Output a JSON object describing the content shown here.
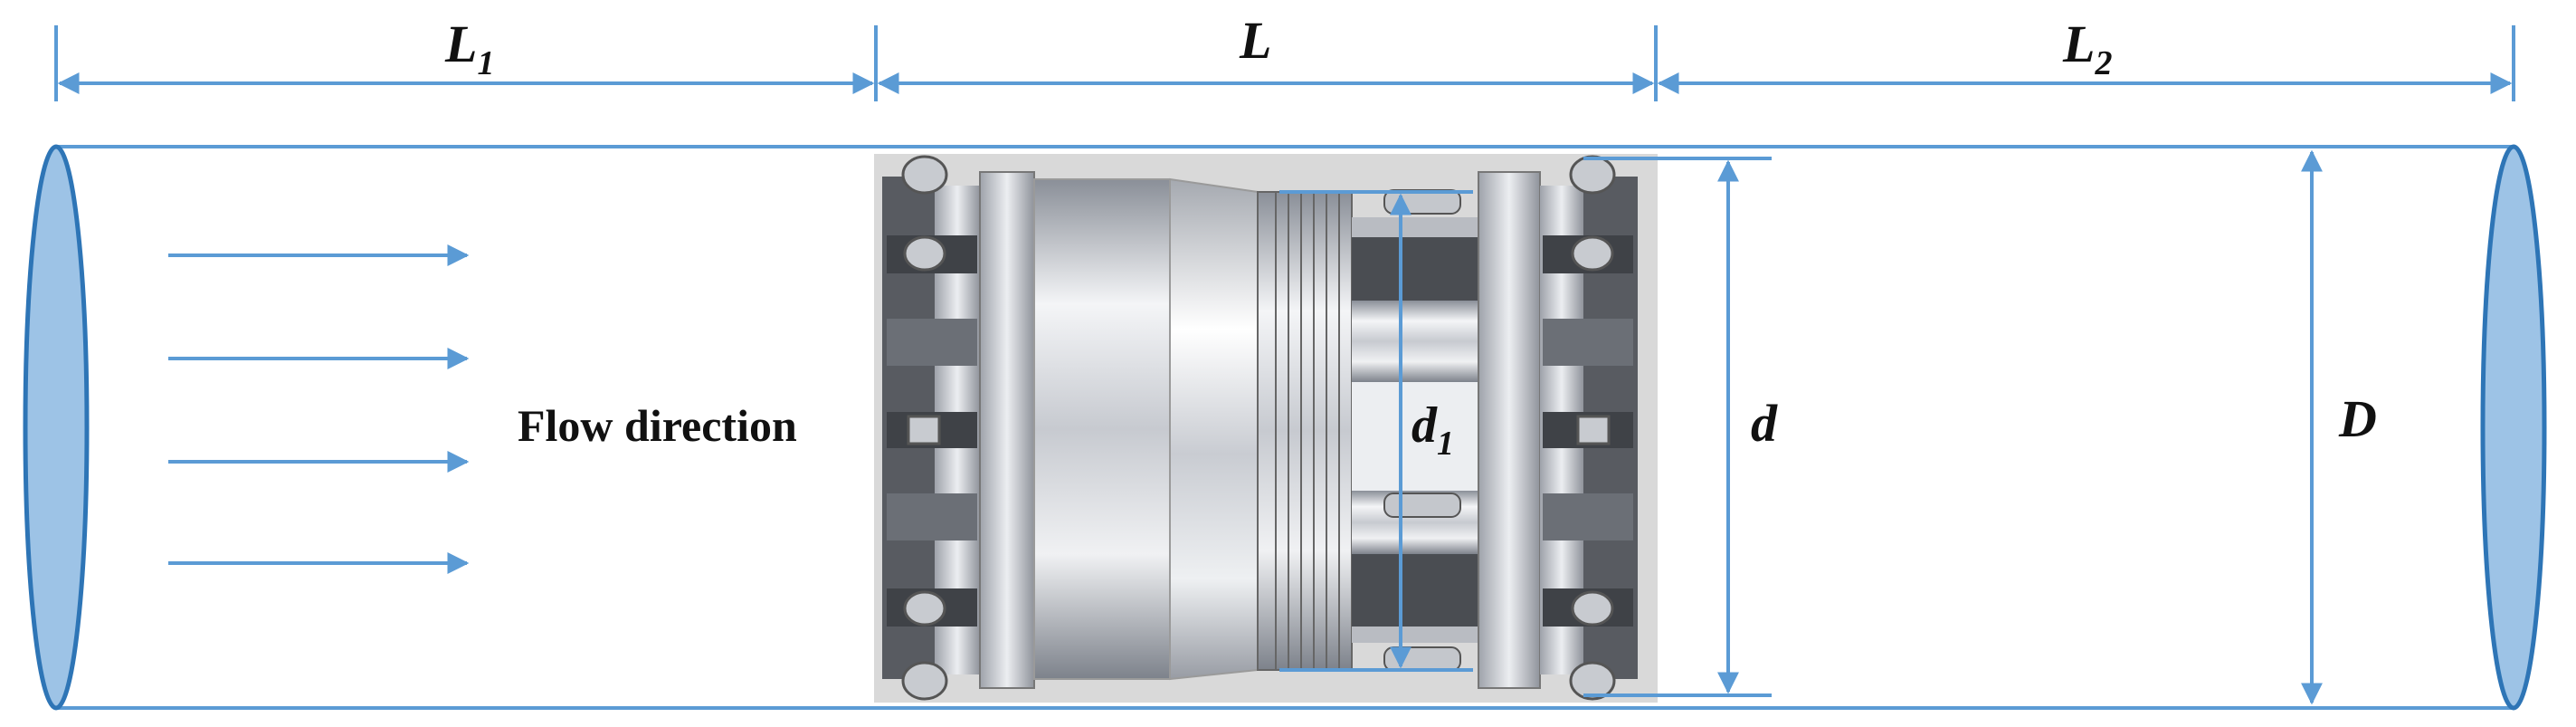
{
  "labels": {
    "L1_main": "L",
    "L1_sub": "1",
    "L": "L",
    "L2_main": "L",
    "L2_sub": "2",
    "flow_direction": "Flow direction",
    "d1_main": "d",
    "d1_sub": "1",
    "d": "d",
    "D": "D"
  },
  "colors": {
    "dimension_line": "#5b9bd5",
    "pipe_fill": "#9dc3e6",
    "pipe_stroke": "#2e75b6",
    "device_background": "#d9d9d9",
    "metal_light": "#f2f2f2",
    "metal_dark": "#4a4a4a"
  },
  "flow_arrow_count": 4
}
